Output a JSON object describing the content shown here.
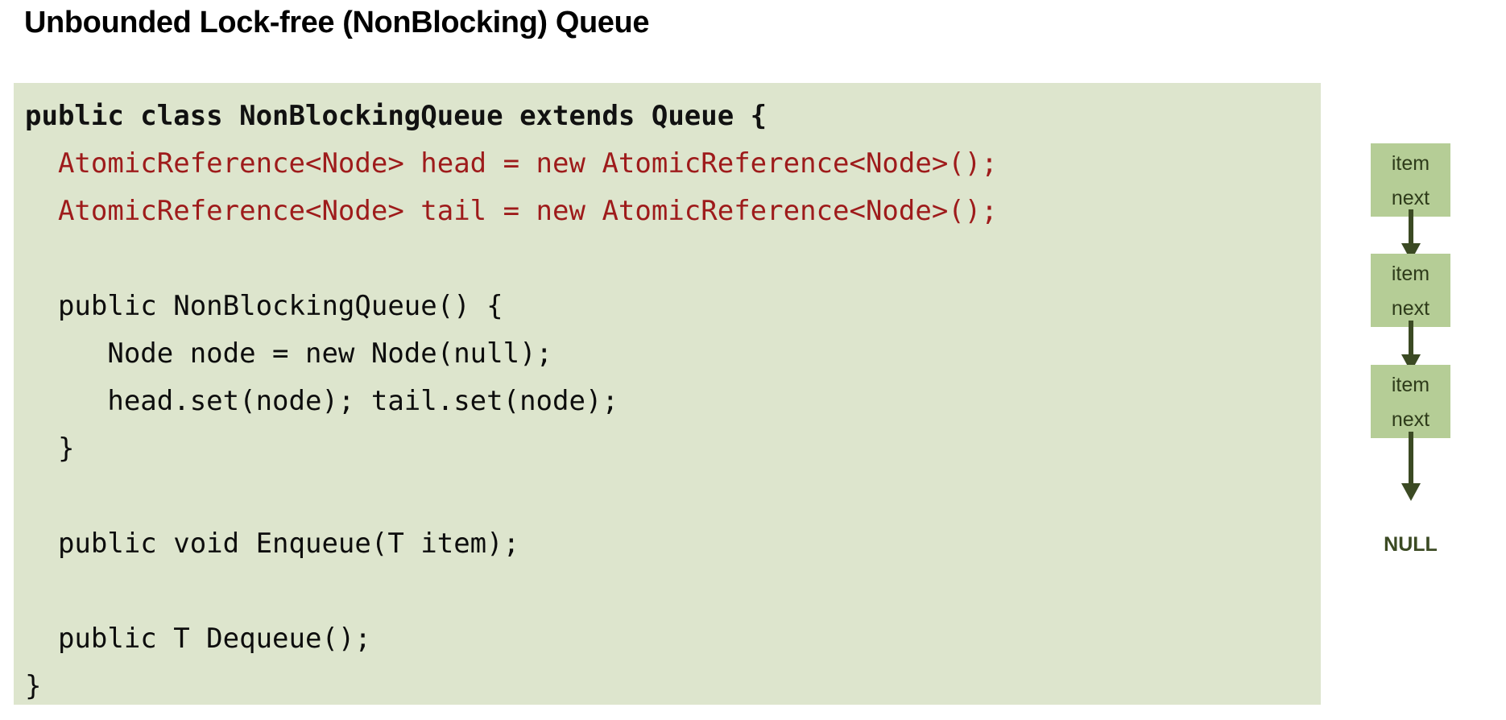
{
  "slide": {
    "title": "Unbounded Lock-free (NonBlocking) Queue",
    "background_color": "#FFFFFF"
  },
  "code_panel": {
    "background_color": "#DDE5CD",
    "default_text_color": "#0D0D0D",
    "highlight_text_color": "#9E1B1B",
    "language": "Java",
    "lines": [
      {
        "text": "public class NonBlockingQueue extends Queue {",
        "style": "bold"
      },
      {
        "text": "  AtomicReference<Node> head = new AtomicReference<Node>();",
        "style": "red"
      },
      {
        "text": "  AtomicReference<Node> tail = new AtomicReference<Node>();",
        "style": "red"
      },
      {
        "text": "",
        "style": "blank"
      },
      {
        "text": "  public NonBlockingQueue() {",
        "style": "plain"
      },
      {
        "text": "     Node node = new Node(null);",
        "style": "plain"
      },
      {
        "text": "     head.set(node); tail.set(node);",
        "style": "plain"
      },
      {
        "text": "  }",
        "style": "plain"
      },
      {
        "text": "",
        "style": "blank"
      },
      {
        "text": "  public void Enqueue(T item);",
        "style": "plain"
      },
      {
        "text": "",
        "style": "blank"
      },
      {
        "text": "  public T Dequeue();",
        "style": "plain"
      },
      {
        "text": "}",
        "style": "plain"
      }
    ]
  },
  "diagram": {
    "name": "linked-list-of-nodes",
    "node_fill_color": "#B5CD96",
    "node_text_color": "#2E3B1A",
    "arrow_color": "#3B4A23",
    "nodes": [
      {
        "field_1": "item",
        "field_2": "next"
      },
      {
        "field_1": "item",
        "field_2": "next"
      },
      {
        "field_1": "item",
        "field_2": "next"
      }
    ],
    "terminator_label": "NULL"
  }
}
